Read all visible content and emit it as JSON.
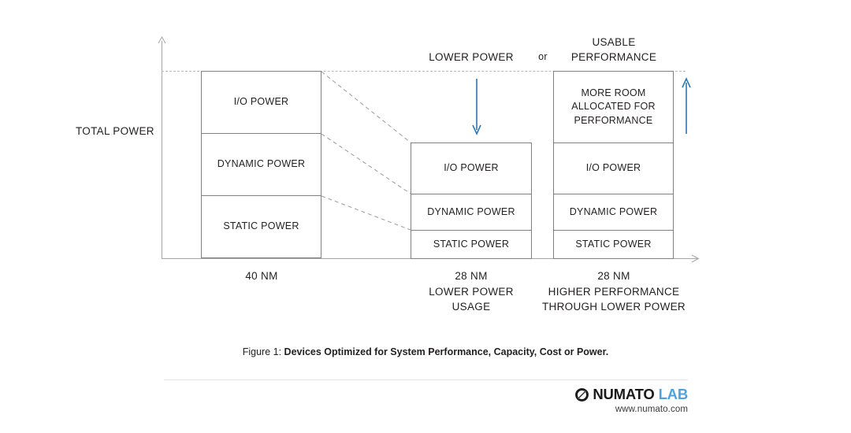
{
  "chart_data": {
    "type": "bar",
    "title": "Devices Optimized for System Performance, Capacity, Cost or Power.",
    "xlabel": "",
    "ylabel": "TOTAL POWER",
    "grid": false,
    "legend": "none",
    "note": "Stacked bar comparison of power budget composition across process nodes. Values are relative proportions of total power read off the chart (no numeric axis ticks are printed).",
    "stack_order_bottom_to_top": [
      "STATIC POWER",
      "DYNAMIC POWER",
      "I/O POWER",
      "MORE ROOM ALLOCATED FOR PERFORMANCE"
    ],
    "categories": [
      "40 NM",
      "28 NM LOWER POWER USAGE",
      "28 NM HIGHER PERFORMANCE THROUGH LOWER POWER"
    ],
    "series": [
      {
        "name": "STATIC POWER",
        "values": [
          33,
          15,
          15
        ]
      },
      {
        "name": "DYNAMIC POWER",
        "values": [
          33,
          19,
          19
        ]
      },
      {
        "name": "I/O POWER",
        "values": [
          34,
          27,
          27
        ]
      },
      {
        "name": "MORE ROOM ALLOCATED FOR PERFORMANCE",
        "values": [
          0,
          0,
          39
        ]
      }
    ],
    "totals": [
      100,
      61,
      100
    ],
    "ylim": [
      0,
      100
    ],
    "annotations": [
      {
        "text": "LOWER POWER",
        "kind": "down-arrow",
        "color": "#2e75b6",
        "target": "28 NM LOWER POWER USAGE"
      },
      {
        "text": "USABLE PERFORMANCE",
        "kind": "up-arrow",
        "color": "#2e75b6",
        "target": "28 NM HIGHER PERFORMANCE THROUGH LOWER POWER"
      },
      {
        "text": "or",
        "kind": "text"
      }
    ]
  },
  "axis": {
    "y_label": "TOTAL POWER"
  },
  "top_captions": {
    "lower_power": "LOWER POWER",
    "or": "or",
    "usable_performance": "USABLE\nPERFORMANCE"
  },
  "bars": [
    {
      "id": "bar-40nm",
      "x_label": "40 NM",
      "segments": [
        {
          "label": "I/O POWER"
        },
        {
          "label": "DYNAMIC POWER"
        },
        {
          "label": "STATIC POWER"
        }
      ]
    },
    {
      "id": "bar-28nm-lower-power",
      "x_label": "28 NM\nLOWER POWER\nUSAGE",
      "segments": [
        {
          "label": "I/O POWER"
        },
        {
          "label": "DYNAMIC POWER"
        },
        {
          "label": "STATIC POWER"
        }
      ]
    },
    {
      "id": "bar-28nm-higher-performance",
      "x_label": "28 NM\nHIGHER PERFORMANCE\nTHROUGH LOWER POWER",
      "segments": [
        {
          "label": "MORE ROOM\nALLOCATED FOR\nPERFORMANCE"
        },
        {
          "label": "I/O POWER"
        },
        {
          "label": "DYNAMIC POWER"
        },
        {
          "label": "STATIC POWER"
        }
      ]
    }
  ],
  "caption": {
    "lead": "Figure 1: ",
    "title": "Devices Optimized for System Performance, Capacity, Cost or Power."
  },
  "footer": {
    "brand_primary": "NUMATO",
    "brand_secondary": "LAB",
    "url": "www.numato.com"
  },
  "colors": {
    "arrow_blue": "#2e75b6",
    "brand_blue": "#4da3dd",
    "segment_border": "#808080",
    "axis_gray": "#a6a6a6",
    "dashed_gray": "#b9b9b9",
    "text": "#231f20"
  }
}
